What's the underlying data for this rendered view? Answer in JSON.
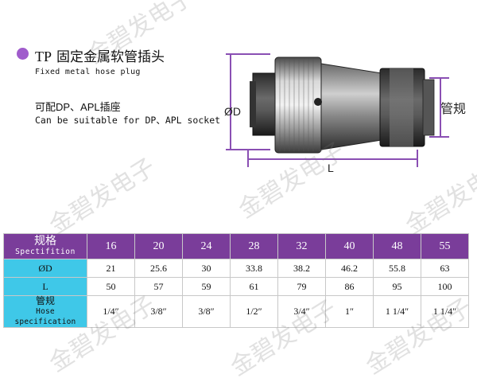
{
  "header": {
    "code": "TP",
    "title_zh": "固定金属软管插头",
    "title_en": "Fixed metal hose plug",
    "fit_zh": "可配DP、APL插座",
    "fit_en": "Can be suitable for DP、APL socket"
  },
  "drawing": {
    "diameter_label": "ØD",
    "length_label": "L",
    "hose_label": "管规"
  },
  "table": {
    "spec_label_zh": "规格",
    "spec_label_en": "Spectifition",
    "specs": [
      "16",
      "20",
      "24",
      "28",
      "32",
      "40",
      "48",
      "55"
    ],
    "od_label": "ØD",
    "od_values": [
      "21",
      "25.6",
      "30",
      "33.8",
      "38.2",
      "46.2",
      "55.8",
      "63"
    ],
    "l_label": "L",
    "l_values": [
      "50",
      "57",
      "59",
      "61",
      "79",
      "86",
      "95",
      "100"
    ],
    "hose_label_zh": "管规",
    "hose_label_en": "Hose specification",
    "hose_values": [
      "1/4″",
      "3/8″",
      "3/8″",
      "1/2″",
      "3/4″",
      "1″",
      "1 1/4″",
      "1 1/4″"
    ]
  },
  "watermark": {
    "text": "金碧发电子"
  },
  "colors": {
    "accent_purple": "#7a3d9a",
    "bullet_purple": "#a05ccc",
    "label_cyan": "#3fc8e8",
    "dimension_line": "#8a4fb3"
  }
}
